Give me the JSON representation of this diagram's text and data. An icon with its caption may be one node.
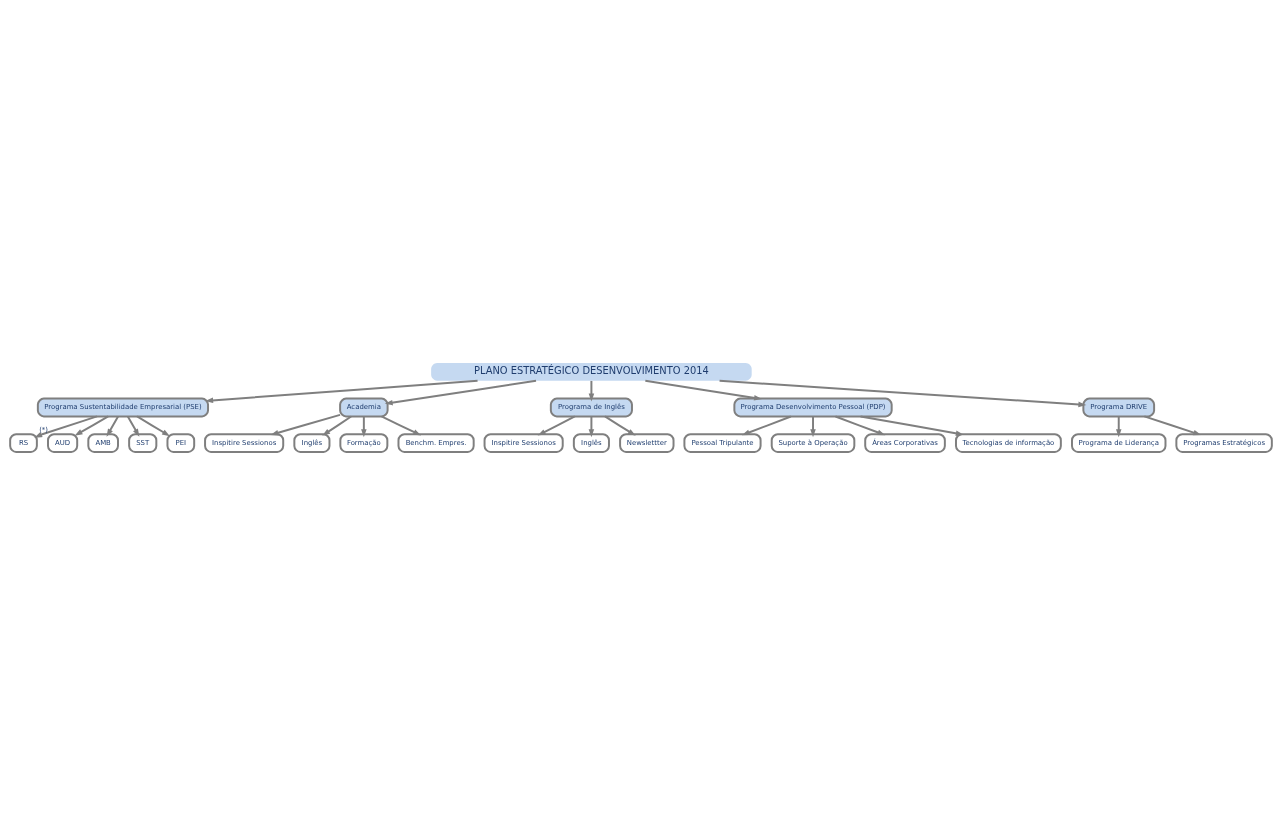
{
  "diagram": {
    "nodes": [
      {
        "text": [
          "PLANO ESTRATÉGICO DESENVOLVIMENTO 2014"
        ]
      },
      {
        "text": [
          "Programa Sustentabilidade Empresarial (PSE)"
        ]
      },
      {
        "text": [
          "RS"
        ]
      },
      {
        "text": [
          "AUD"
        ],
        "beside": [
          "(*)"
        ]
      },
      {
        "text": [
          "AMB"
        ]
      },
      {
        "text": [
          "SST"
        ]
      },
      {
        "text": [
          "PEI"
        ]
      },
      {
        "text": [
          "Academia"
        ]
      },
      {
        "text": [
          "Inspitire Sessionos"
        ]
      },
      {
        "text": [
          "Inglês"
        ]
      },
      {
        "text": [
          "Formação"
        ]
      },
      {
        "text": [
          "Benchm. Empres."
        ]
      },
      {
        "text": [
          "Programa de Inglês"
        ]
      },
      {
        "text": [
          "Inspitire Sessionos"
        ]
      },
      {
        "text": [
          "Inglês"
        ]
      },
      {
        "text": [
          "Newslettter"
        ]
      },
      {
        "text": [
          "Programa Desenvolvimento Pessoal (PDP)"
        ]
      },
      {
        "text": [
          "Pessoal Tripulante"
        ]
      },
      {
        "text": [
          "Suporte à Operação"
        ]
      },
      {
        "text": [
          "Áreas Corporativas"
        ]
      },
      {
        "text": [
          "Tecnologias de informação"
        ]
      },
      {
        "text": [
          "Programa DRIVE"
        ]
      },
      {
        "text": [
          "Programa de Liderança"
        ]
      },
      {
        "text": [
          "Programas Estratégicos"
        ]
      }
    ],
    "edges": [
      {
        "from": 0,
        "to": 1,
        "arrow": "to"
      },
      {
        "from": 0,
        "to": 16,
        "arrow": "to"
      },
      {
        "from": 0,
        "to": 7,
        "arrow": "to"
      },
      {
        "from": 0,
        "to": 21,
        "arrow": "to"
      },
      {
        "from": 0,
        "to": 12,
        "arrow": "to"
      },
      {
        "from": 1,
        "to": 2,
        "arrow": "to"
      },
      {
        "from": 1,
        "to": 3,
        "arrow": "to"
      },
      {
        "from": 1,
        "to": 4,
        "arrow": "to"
      },
      {
        "from": 1,
        "to": 5,
        "arrow": "to"
      },
      {
        "from": 1,
        "to": 6,
        "arrow": "to"
      },
      {
        "from": 7,
        "to": 8,
        "arrow": "to"
      },
      {
        "from": 7,
        "to": 9,
        "arrow": "to"
      },
      {
        "from": 7,
        "to": 10,
        "arrow": "to"
      },
      {
        "from": 7,
        "to": 11,
        "arrow": "to"
      },
      {
        "from": 12,
        "to": 13,
        "arrow": "to"
      },
      {
        "from": 12,
        "to": 15,
        "arrow": "to"
      },
      {
        "from": 12,
        "to": 14,
        "arrow": "to"
      },
      {
        "from": 16,
        "to": 17,
        "arrow": "to"
      },
      {
        "from": 16,
        "to": 18,
        "arrow": "to"
      },
      {
        "from": 16,
        "to": 19,
        "arrow": "to"
      },
      {
        "from": 16,
        "to": 20,
        "arrow": "to"
      },
      {
        "from": 21,
        "to": 22,
        "arrow": "to"
      },
      {
        "from": 21,
        "to": 23,
        "arrow": "to"
      }
    ]
  }
}
